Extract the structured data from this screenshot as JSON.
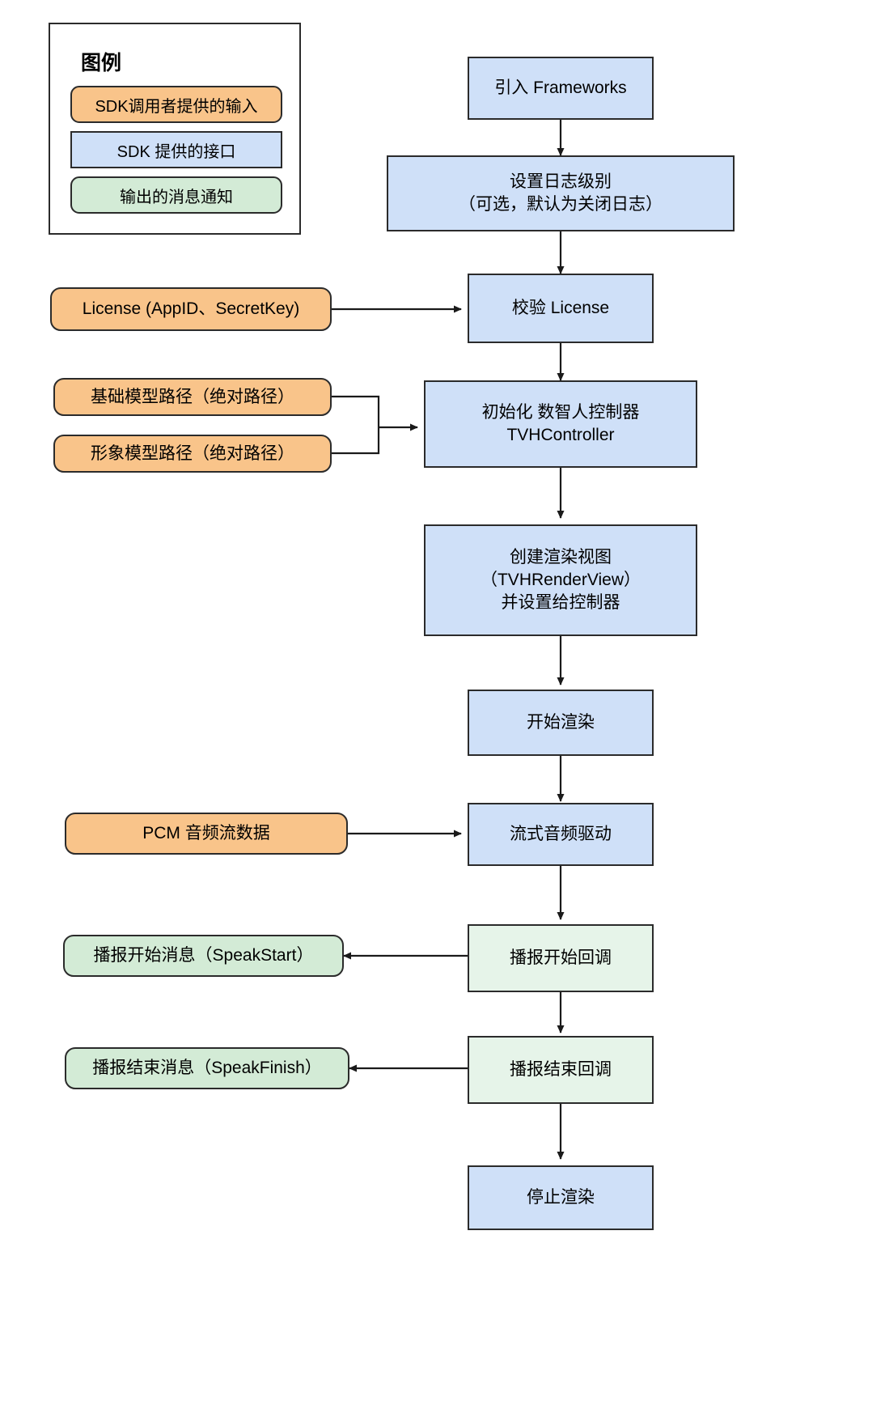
{
  "legend": {
    "title": "图例",
    "items": [
      {
        "label": "SDK调用者提供的输入",
        "style": "orange-rounded"
      },
      {
        "label": "SDK 提供的接口",
        "style": "blue-rect"
      },
      {
        "label": "输出的消息通知",
        "style": "green-rounded"
      }
    ]
  },
  "colors": {
    "input_fill": "#f9c48a",
    "interface_fill": "#cfe0f8",
    "notify_fill": "#d3ebd6",
    "notify_node_fill": "#e6f4e9",
    "stroke": "#2b2b2b",
    "background": "#ffffff"
  },
  "flow": {
    "main_nodes": [
      {
        "id": "frameworks",
        "label": "引入 Frameworks",
        "kind": "interface"
      },
      {
        "id": "log-level",
        "label": "设置日志级别\n（可选，默认为关闭日志）",
        "kind": "interface"
      },
      {
        "id": "verify-license",
        "label": "校验 License",
        "kind": "interface"
      },
      {
        "id": "init-controller",
        "label": "初始化 数智人控制器\nTVHController",
        "kind": "interface"
      },
      {
        "id": "create-render-view",
        "label": "创建渲染视图\n（TVHRenderView）\n并设置给控制器",
        "kind": "interface"
      },
      {
        "id": "start-render",
        "label": "开始渲染",
        "kind": "interface"
      },
      {
        "id": "stream-audio-driver",
        "label": "流式音频驱动",
        "kind": "interface"
      },
      {
        "id": "speak-start-callback",
        "label": "播报开始回调",
        "kind": "notify"
      },
      {
        "id": "speak-finish-callback",
        "label": "播报结束回调",
        "kind": "notify"
      },
      {
        "id": "stop-render",
        "label": "停止渲染",
        "kind": "interface"
      }
    ],
    "input_nodes": [
      {
        "id": "license-input",
        "label": "License (AppID、SecretKey)",
        "kind": "input",
        "target": "verify-license"
      },
      {
        "id": "base-model-path",
        "label": "基础模型路径（绝对路径）",
        "kind": "input",
        "target": "init-controller"
      },
      {
        "id": "avatar-model-path",
        "label": "形象模型路径（绝对路径）",
        "kind": "input",
        "target": "init-controller"
      },
      {
        "id": "pcm-audio-stream",
        "label": "PCM 音频流数据",
        "kind": "input",
        "target": "stream-audio-driver"
      }
    ],
    "output_nodes": [
      {
        "id": "speak-start-message",
        "label": "播报开始消息（SpeakStart）",
        "kind": "notify",
        "source": "speak-start-callback"
      },
      {
        "id": "speak-finish-message",
        "label": "播报结束消息（SpeakFinish）",
        "kind": "notify",
        "source": "speak-finish-callback"
      }
    ]
  }
}
